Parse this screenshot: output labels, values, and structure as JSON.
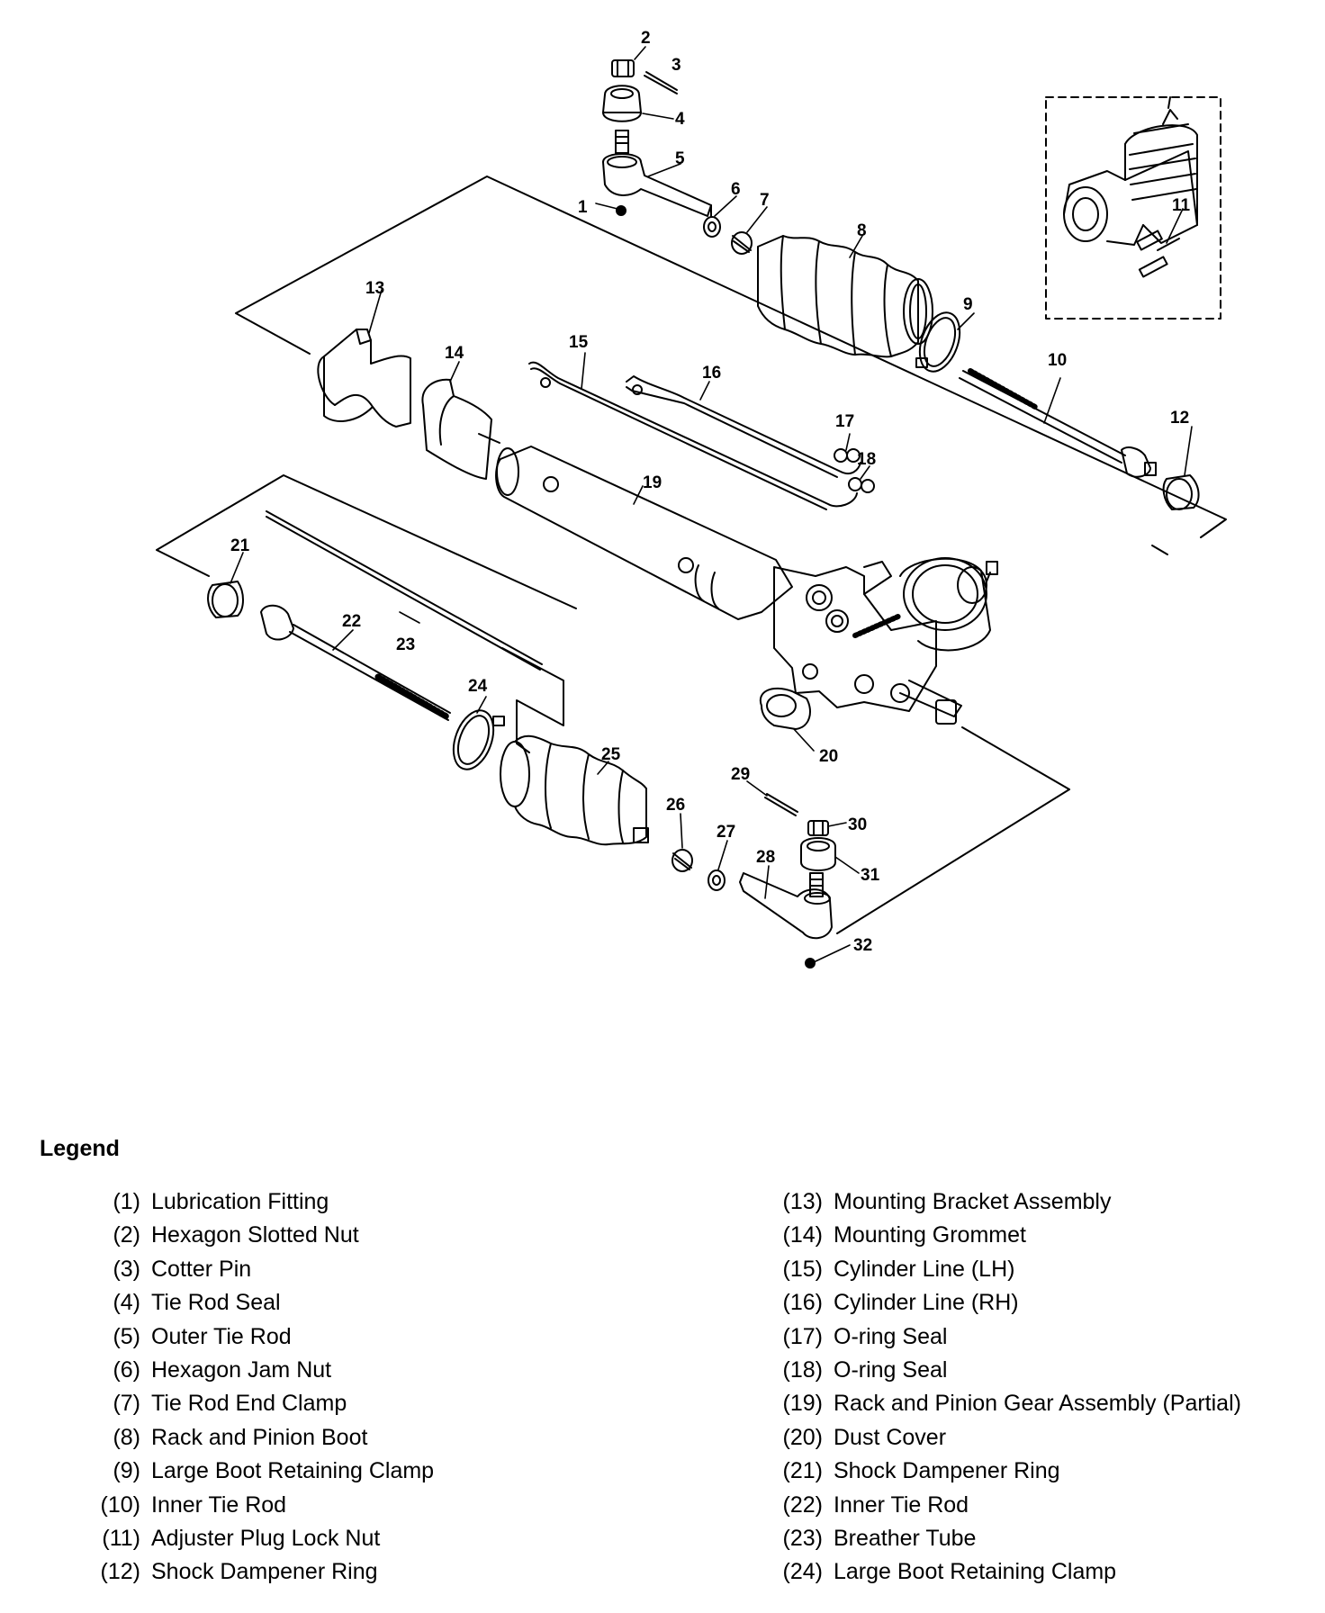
{
  "diagram": {
    "callouts": [
      "1",
      "2",
      "3",
      "4",
      "5",
      "6",
      "7",
      "8",
      "9",
      "10",
      "11",
      "12",
      "13",
      "14",
      "15",
      "16",
      "17",
      "18",
      "19",
      "20",
      "21",
      "22",
      "23",
      "24",
      "25",
      "26",
      "27",
      "28",
      "29",
      "30",
      "31",
      "32"
    ]
  },
  "legend": {
    "title": "Legend",
    "left": [
      {
        "num": "(1)",
        "text": "Lubrication Fitting"
      },
      {
        "num": "(2)",
        "text": "Hexagon Slotted Nut"
      },
      {
        "num": "(3)",
        "text": "Cotter Pin"
      },
      {
        "num": "(4)",
        "text": "Tie Rod Seal"
      },
      {
        "num": "(5)",
        "text": "Outer Tie Rod"
      },
      {
        "num": "(6)",
        "text": "Hexagon Jam Nut"
      },
      {
        "num": "(7)",
        "text": "Tie Rod End Clamp"
      },
      {
        "num": "(8)",
        "text": "Rack and Pinion Boot"
      },
      {
        "num": "(9)",
        "text": "Large Boot Retaining Clamp"
      },
      {
        "num": "(10)",
        "text": "Inner Tie Rod"
      },
      {
        "num": "(11)",
        "text": "Adjuster Plug Lock Nut"
      },
      {
        "num": "(12)",
        "text": "Shock Dampener Ring"
      }
    ],
    "right": [
      {
        "num": "(13)",
        "text": "Mounting Bracket Assembly"
      },
      {
        "num": "(14)",
        "text": "Mounting Grommet"
      },
      {
        "num": "(15)",
        "text": "Cylinder Line (LH)"
      },
      {
        "num": "(16)",
        "text": "Cylinder Line (RH)"
      },
      {
        "num": "(17)",
        "text": "O-ring Seal"
      },
      {
        "num": "(18)",
        "text": "O-ring Seal"
      },
      {
        "num": "(19)",
        "text": "Rack and Pinion Gear Assembly (Partial)"
      },
      {
        "num": "(20)",
        "text": "Dust Cover"
      },
      {
        "num": "(21)",
        "text": "Shock Dampener Ring"
      },
      {
        "num": "(22)",
        "text": "Inner Tie Rod"
      },
      {
        "num": "(23)",
        "text": "Breather Tube"
      },
      {
        "num": "(24)",
        "text": "Large Boot Retaining Clamp"
      }
    ]
  }
}
